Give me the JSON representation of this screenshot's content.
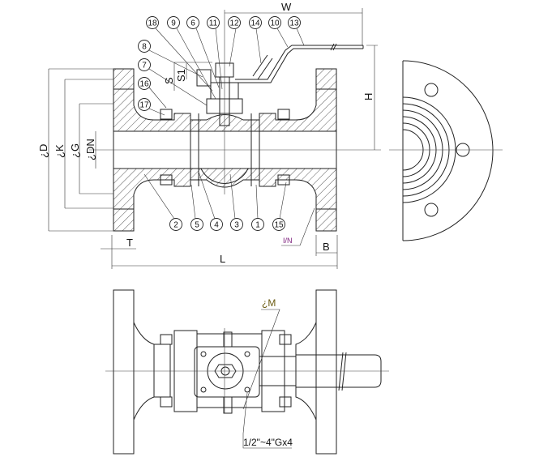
{
  "title": "Flanged 3-piece ball valve drawing",
  "balloons_top": [
    "18",
    "9",
    "6",
    "11",
    "12",
    "14",
    "10",
    "13"
  ],
  "balloons_left": [
    "8",
    "7",
    "16",
    "17"
  ],
  "balloons_bottom": [
    "2",
    "5",
    "4",
    "3",
    "1",
    "15"
  ],
  "dimensions": {
    "W": "W",
    "H": "H",
    "S": "S",
    "S1": "S1",
    "D": "¿D",
    "K": "¿K",
    "G": "¿G",
    "DN": "¿DN",
    "T": "T",
    "B": "B",
    "L": "L",
    "IN": "I/N",
    "M": "¿M",
    "thread": "1/2\"~4\"Gx4"
  },
  "colors": {
    "T": "#1a2a9a",
    "IN": "#7a1a7a",
    "M": "#6a5a10",
    "line": "#222222"
  }
}
